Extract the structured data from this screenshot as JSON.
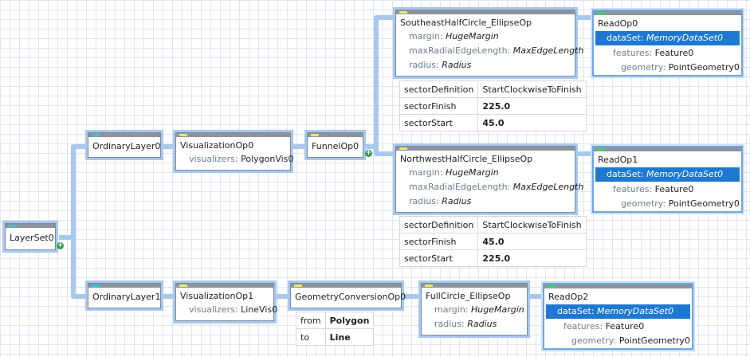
{
  "colors": {
    "accent": "#1e78d2",
    "wire": "#a9c8ee",
    "grid": "#dfe6f1",
    "cyan": "#33c6e0",
    "yellow": "#e8e870",
    "green": "#3fd27a"
  },
  "nodes": {
    "layerset0": {
      "title": "LayerSet0"
    },
    "ordinarylayer0": {
      "title": "OrdinaryLayer0"
    },
    "ordinarylayer1": {
      "title": "OrdinaryLayer1"
    },
    "visualizationop0": {
      "title": "VisualizationOp0",
      "props": [
        {
          "k": "visualizers:",
          "v": "PolygonVis0"
        }
      ]
    },
    "visualizationop1": {
      "title": "VisualizationOp1",
      "props": [
        {
          "k": "visualizers:",
          "v": "LineVis0"
        }
      ]
    },
    "funnelop0": {
      "title": "FunnelOp0"
    },
    "southeast": {
      "title": "SoutheastHalfCircle_EllipseOp",
      "props": [
        {
          "k": "margin:",
          "v": "HugeMargin"
        },
        {
          "k": "maxRadialEdgeLength:",
          "v": "MaxEdgeLength"
        },
        {
          "k": "radius:",
          "v": "Radius"
        }
      ]
    },
    "northwest": {
      "title": "NorthwestHalfCircle_EllipseOp",
      "props": [
        {
          "k": "margin:",
          "v": "HugeMargin"
        },
        {
          "k": "maxRadialEdgeLength:",
          "v": "MaxEdgeLength"
        },
        {
          "k": "radius:",
          "v": "Radius"
        }
      ]
    },
    "geomconv": {
      "title": "GeometryConversionOp0"
    },
    "fullcircle": {
      "title": "FullCircle_EllipseOp",
      "props": [
        {
          "k": "margin:",
          "v": "HugeMargin"
        },
        {
          "k": "radius:",
          "v": "Radius"
        }
      ]
    },
    "readop0": {
      "title": "ReadOp0",
      "props": [
        {
          "k": "dataSet:",
          "v": "MemoryDataSet0"
        },
        {
          "k": "features:",
          "v": "Feature0"
        },
        {
          "k": "geometry:",
          "v": "PointGeometry0"
        }
      ]
    },
    "readop1": {
      "title": "ReadOp1",
      "props": [
        {
          "k": "dataSet:",
          "v": "MemoryDataSet0"
        },
        {
          "k": "features:",
          "v": "Feature0"
        },
        {
          "k": "geometry:",
          "v": "PointGeometry0"
        }
      ]
    },
    "readop2": {
      "title": "ReadOp2",
      "props": [
        {
          "k": "dataSet:",
          "v": "MemoryDataSet0"
        },
        {
          "k": "features:",
          "v": "Feature0"
        },
        {
          "k": "geometry:",
          "v": "PointGeometry0"
        }
      ]
    }
  },
  "tables": {
    "southeast": [
      [
        "sectorDefinition",
        "StartClockwiseToFinish"
      ],
      [
        "sectorFinish",
        "225.0"
      ],
      [
        "sectorStart",
        "45.0"
      ]
    ],
    "northwest": [
      [
        "sectorDefinition",
        "StartClockwiseToFinish"
      ],
      [
        "sectorFinish",
        "45.0"
      ],
      [
        "sectorStart",
        "225.0"
      ]
    ],
    "geomconv": [
      [
        "from",
        "Polygon"
      ],
      [
        "to",
        "Line"
      ]
    ]
  }
}
